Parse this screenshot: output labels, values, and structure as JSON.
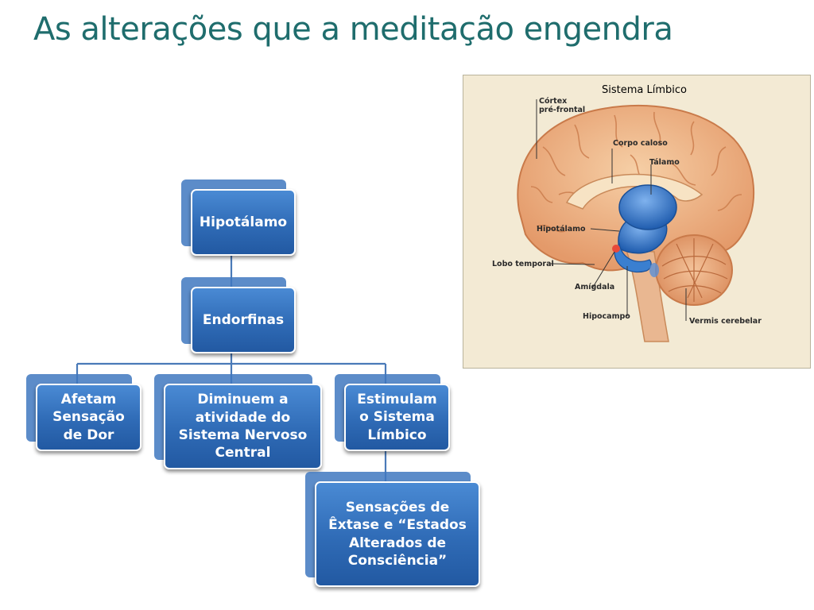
{
  "slide": {
    "title": "As alterações que a meditação engendra"
  },
  "org_chart": {
    "root": "Hipotálamo",
    "level2": "Endorfinas",
    "children": [
      "Afetam Sensação de Dor",
      "Diminuem a atividade do Sistema Nervoso Central",
      "Estimulam o Sistema Límbico"
    ],
    "grandchild": "Sensações de Êxtase e “Estados Alterados de Consciência”",
    "colors": {
      "box": "#2f6bb6",
      "connector": "#4a7ab8",
      "text": "#ffffff"
    }
  },
  "brain_diagram": {
    "title": "Sistema Límbico",
    "labels": {
      "cortex": "Córtex pré-frontal",
      "corpo": "Corpo caloso",
      "talamo": "Tálamo",
      "hipotalamo": "Hipotálamo",
      "lobo": "Lobo temporal",
      "amigdala": "Amígdala",
      "hipocampo": "Hipocampo",
      "vermis": "Vermis cerebelar"
    },
    "colors": {
      "background": "#f3ead4",
      "brain": "#f0b88a",
      "limbic": "#2f74c8",
      "amygdala": "#e8493a"
    }
  }
}
